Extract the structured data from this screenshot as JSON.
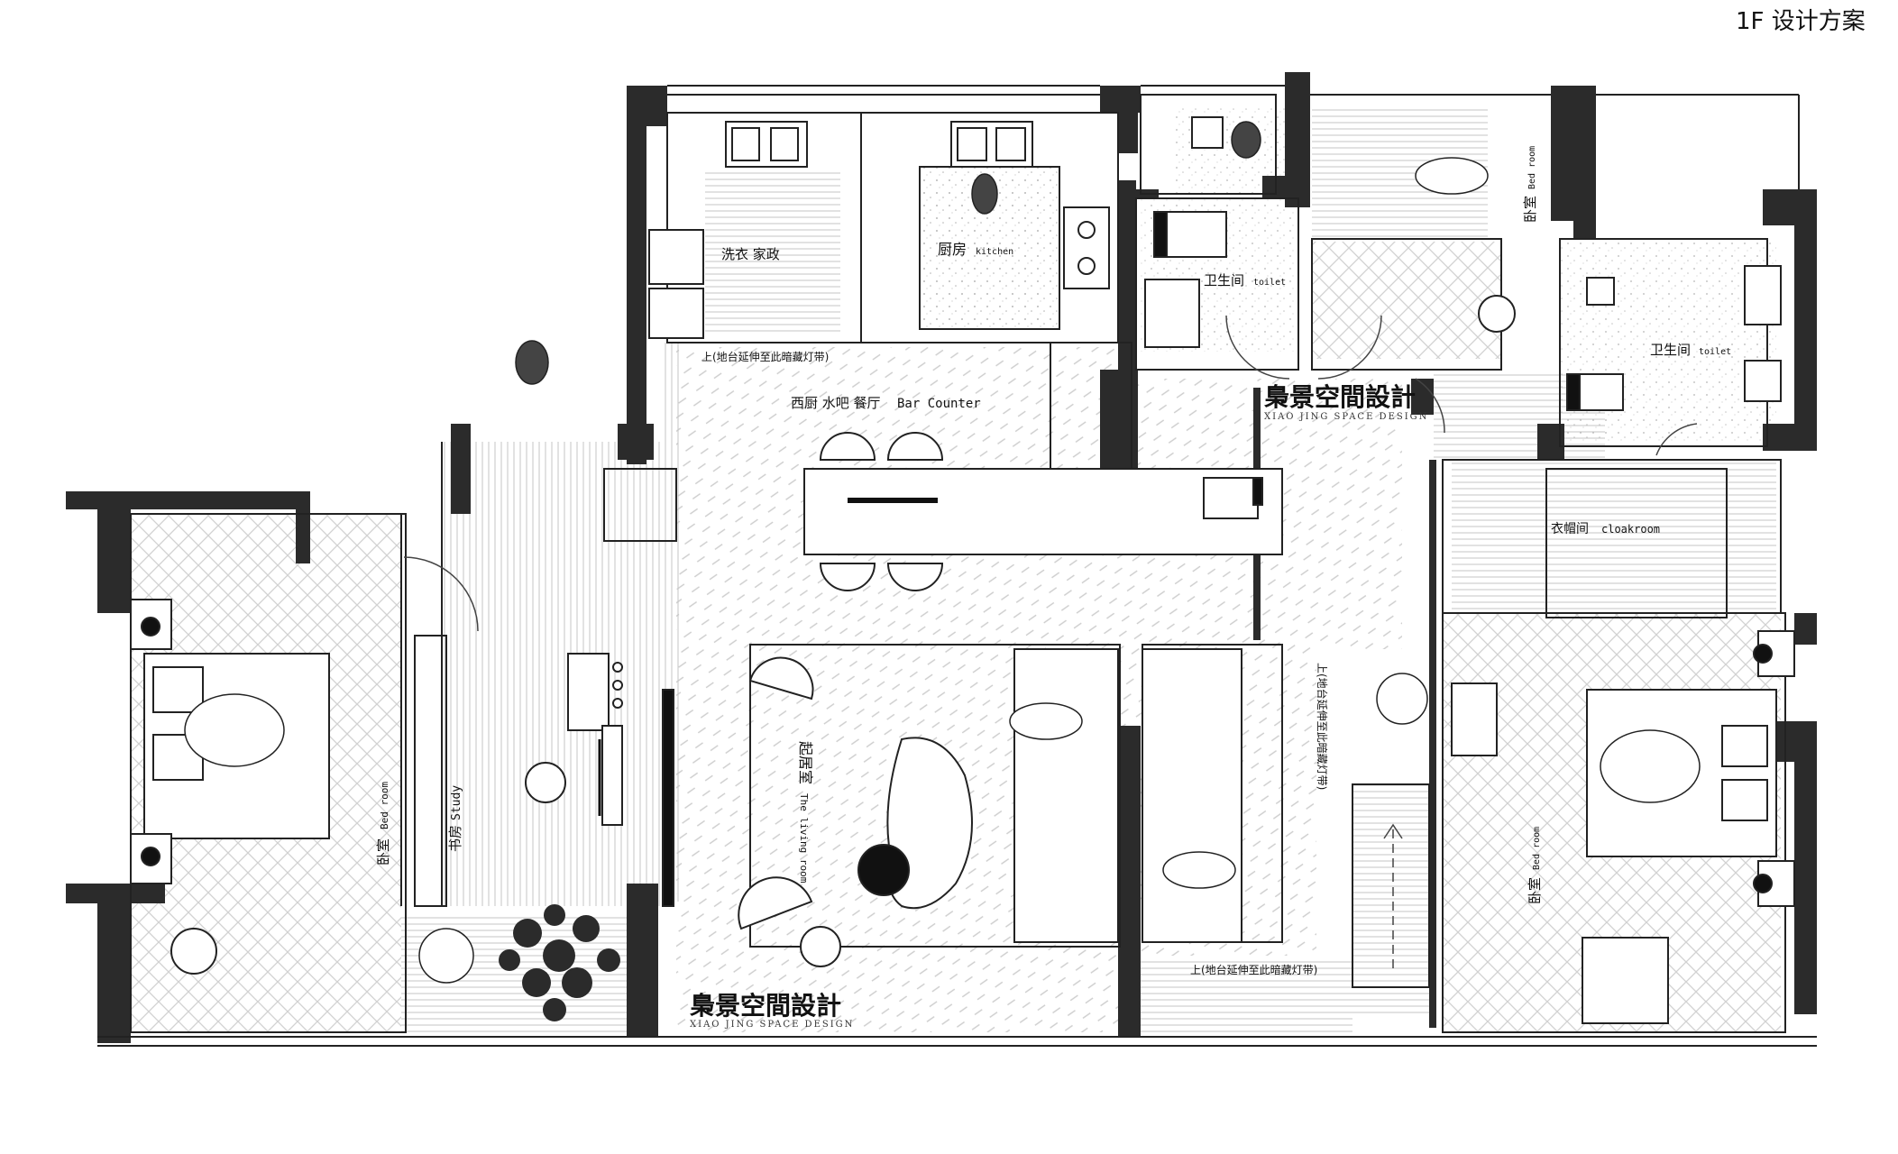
{
  "page_title": "1F 设计方案",
  "brand": {
    "name": "梟景空間設計",
    "subtitle": "XIAO JING SPACE DESIGN"
  },
  "rooms": {
    "laundry": "洗衣 家政",
    "kitchen_cn": "厨房",
    "kitchen_en": "kitchen",
    "toilet1_cn": "卫生间",
    "toilet1_en": "toilet",
    "toilet2_cn": "卫生间",
    "toilet2_en": "toilet",
    "bedroom_top_cn": "卧室",
    "bedroom_top_en": "Bed room",
    "dining": "西厨 水吧 餐厅",
    "dining_en": "Bar Counter",
    "cloakroom_cn": "衣帽间",
    "cloakroom_en": "cloakroom",
    "bedroom_left_cn": "卧室",
    "bedroom_left_en": "Bed room",
    "study_cn": "书房",
    "study_en": "Study",
    "living_cn": "起居室",
    "living_en": "The living room",
    "bedroom_right_cn": "卧室",
    "bedroom_right_en": "Bed room"
  },
  "notes": {
    "step_top": "上(地台延伸至此暗藏灯带)",
    "step_bottom": "上(地台延伸至此暗藏灯带)",
    "step_right": "上(地台延伸至此暗藏灯带)"
  }
}
